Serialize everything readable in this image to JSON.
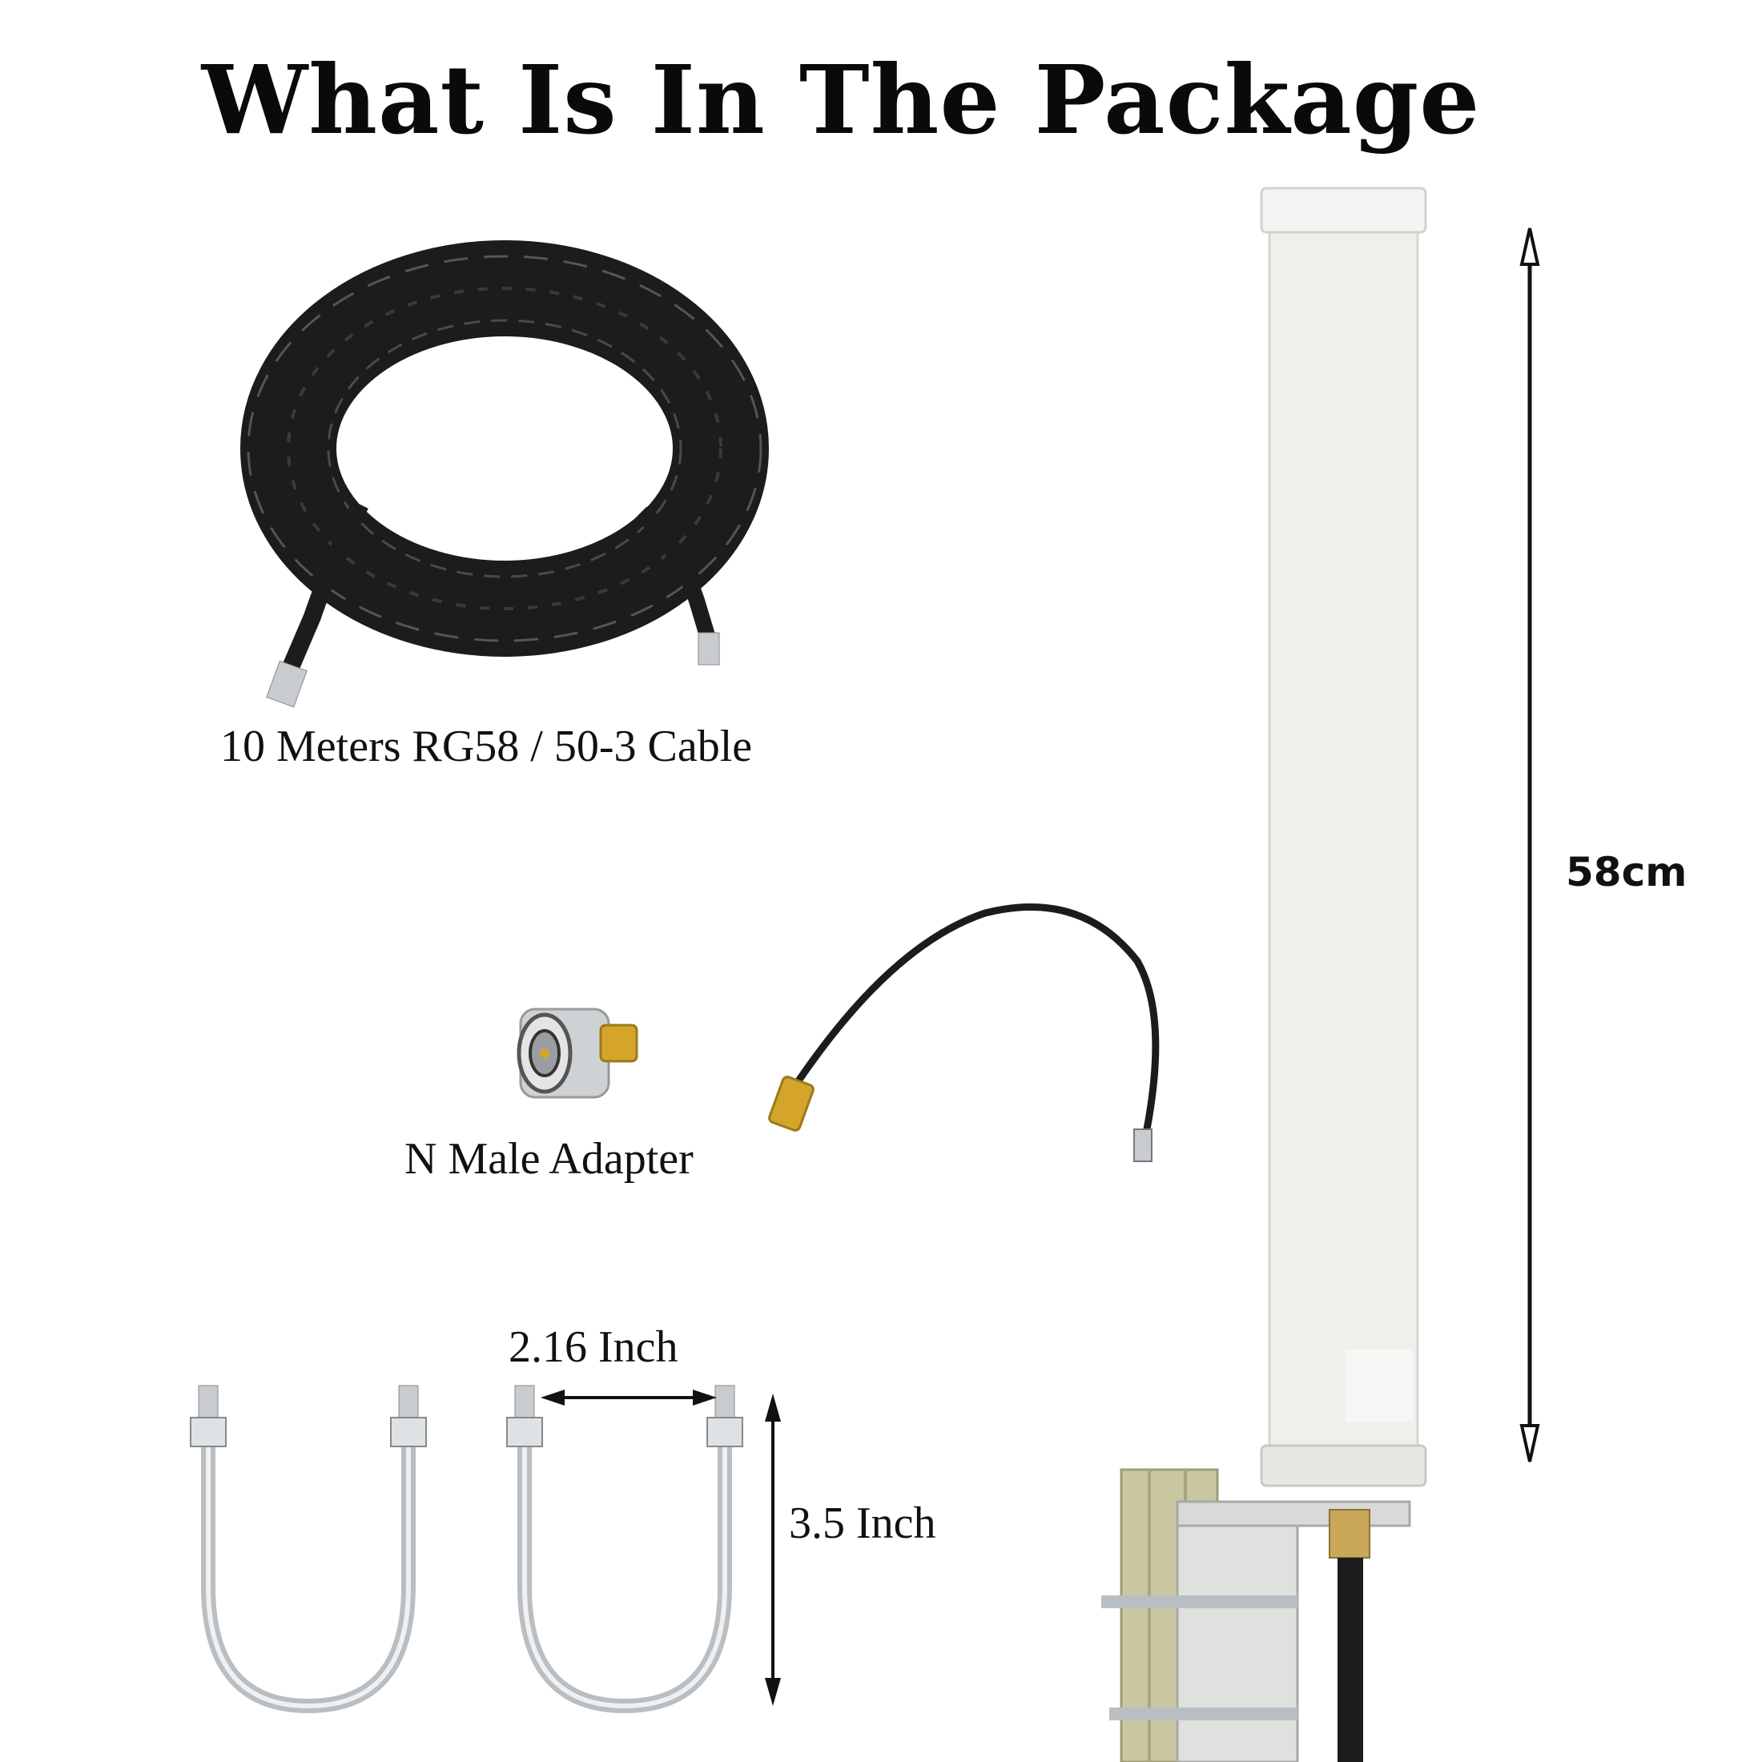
{
  "title": "What Is In The Package",
  "items": [
    {
      "id": "cable",
      "label": "10 Meters RG58 / 50-3 Cable"
    },
    {
      "id": "adapter",
      "label": "N Male Adapter"
    },
    {
      "id": "pigtail",
      "label": ""
    },
    {
      "id": "u_bolts",
      "width_label": "2.16 Inch",
      "height_label": "3.5 Inch"
    },
    {
      "id": "antenna",
      "height_label": "58cm"
    }
  ],
  "colors": {
    "background": "#ffffff",
    "text": "#111111",
    "antenna_body": "#eef0ec",
    "cable_black": "#1c1c1c",
    "gold": "#d4a52a",
    "steel": "#c8ccd0"
  }
}
